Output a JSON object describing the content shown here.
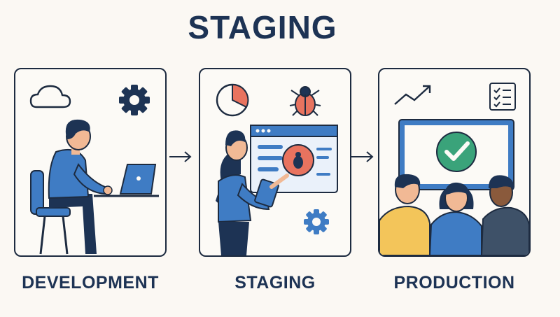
{
  "title": "STAGING",
  "stages": [
    {
      "label": "DEVELOPMENT"
    },
    {
      "label": "STAGING"
    },
    {
      "label": "PRODUCTION"
    }
  ],
  "icons": {
    "development": [
      "cloud-icon",
      "gear-icon",
      "laptop-icon"
    ],
    "staging": [
      "pie-chart-icon",
      "bug-icon",
      "browser-window-icon",
      "gear-icon"
    ],
    "production": [
      "trend-line-icon",
      "checklist-icon",
      "monitor-icon",
      "checkmark-icon"
    ]
  },
  "colors": {
    "navy": "#1d3354",
    "blue": "#3f7cc4",
    "coral": "#e8735f",
    "green": "#3aa37a",
    "yellow": "#f3c55a"
  }
}
